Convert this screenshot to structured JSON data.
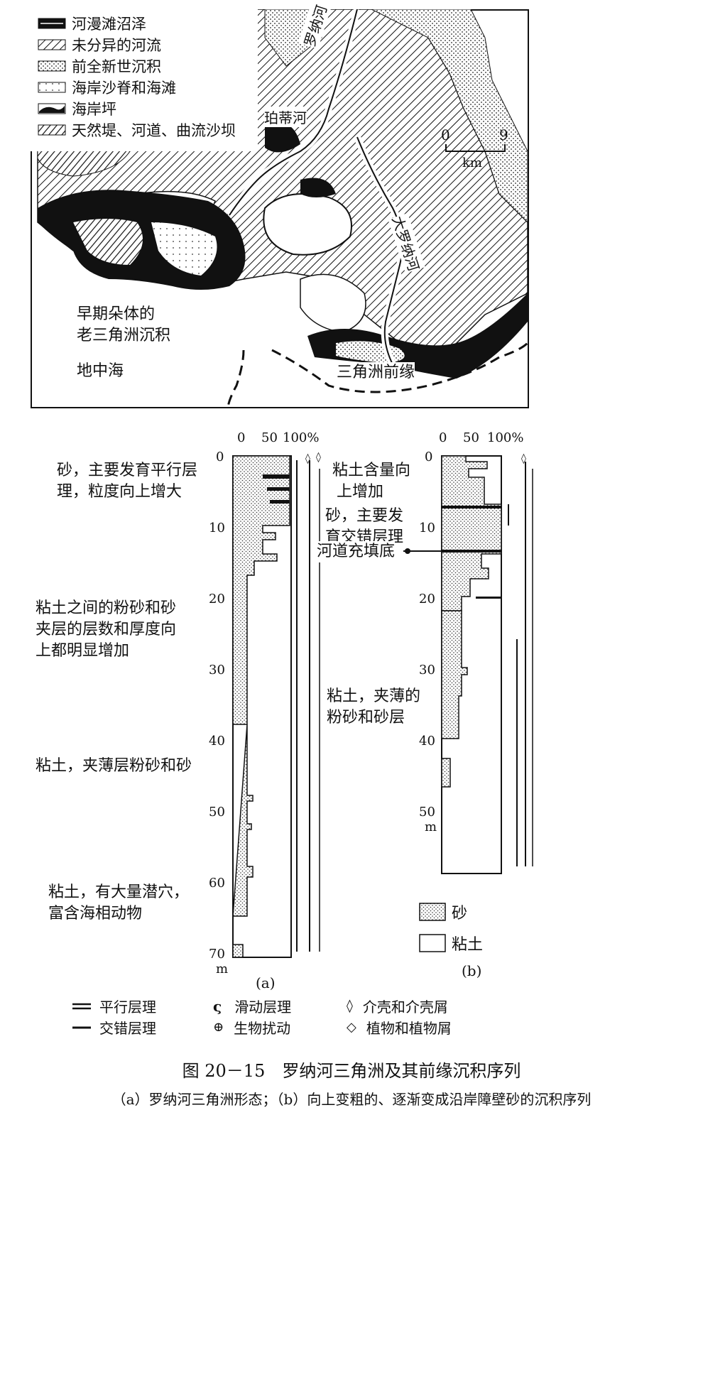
{
  "map": {
    "legend": [
      {
        "key": "marsh",
        "label": "河漫滩沼泽"
      },
      {
        "key": "undiff_river",
        "label": "未分异的河流"
      },
      {
        "key": "pre_holocene",
        "label": "前全新世沉积"
      },
      {
        "key": "beach_ridge",
        "label": "海岸沙脊和海滩"
      },
      {
        "key": "coastal_terrace",
        "label": "海岸坪"
      },
      {
        "key": "levee_channel",
        "label": "天然堤、河道、曲流沙坝"
      }
    ],
    "scale": {
      "start": "0",
      "end": "9",
      "unit": "km"
    },
    "labels": {
      "river_rosetta": "罗纳河",
      "river_petit": "珀蒂河",
      "river_grand": "大罗纳河",
      "old_delta_line1": "早期朵体的",
      "old_delta_line2": "老三角洲沉积",
      "sea": "地中海",
      "delta_front": "三角洲前缘"
    }
  },
  "column_a": {
    "axis_ticks": [
      "0",
      "50",
      "100%"
    ],
    "depth_ticks": [
      "0",
      "10",
      "20",
      "30",
      "40",
      "50",
      "60",
      "70"
    ],
    "depth_unit": "m",
    "caption": "(a)",
    "annotations": [
      {
        "line1": "砂，主要发育平行层",
        "line2": "理，粒度向上增大"
      },
      {
        "line1": "粘土之间的粉砂和砂",
        "line2": "夹层的层数和厚度向",
        "line3": "上都明显增加"
      },
      {
        "line1": "粘土，夹薄层粉砂和砂"
      },
      {
        "line1": "粘土，有大量潜穴，",
        "line2": "富含海相动物"
      }
    ]
  },
  "column_b": {
    "axis_ticks": [
      "0",
      "50",
      "100%"
    ],
    "depth_ticks": [
      "0",
      "10",
      "20",
      "30",
      "40",
      "50"
    ],
    "depth_unit": "m",
    "caption": "(b)",
    "annotations": [
      {
        "line1": "粘土含量向",
        "line2": "上增加"
      },
      {
        "line1": "砂，主要发",
        "line2": "育交错层理"
      },
      {
        "line1": "河道充填底"
      },
      {
        "line1": "粘土，夹薄的",
        "line2": "粉砂和砂层"
      }
    ],
    "legend": [
      {
        "key": "sand",
        "label": "砂"
      },
      {
        "key": "clay",
        "label": "粘土"
      }
    ]
  },
  "symbol_legend": [
    {
      "key": "parallel",
      "label": "平行层理"
    },
    {
      "key": "slump",
      "label": "滑动层理"
    },
    {
      "key": "shell",
      "label": "介壳和介壳屑"
    },
    {
      "key": "cross",
      "label": "交错层理"
    },
    {
      "key": "bioturb",
      "label": "生物扰动"
    },
    {
      "key": "plant",
      "label": "植物和植物屑"
    }
  ],
  "figure": {
    "title": "图 20－15　罗纳河三角洲及其前缘沉积序列",
    "caption": "（a）罗纳河三角洲形态；（b）向上变粗的、逐渐变成沿岸障壁砂的沉积序列"
  }
}
